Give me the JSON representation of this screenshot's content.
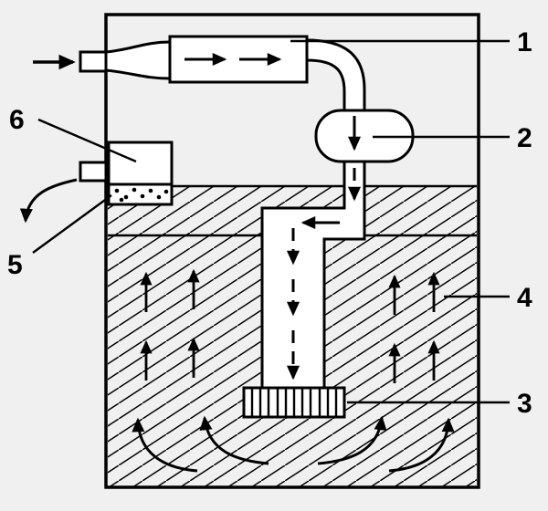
{
  "diagram": {
    "type": "schematic-apparatus",
    "callouts": [
      {
        "id": 1,
        "label": "1"
      },
      {
        "id": 2,
        "label": "2"
      },
      {
        "id": 3,
        "label": "3"
      },
      {
        "id": 4,
        "label": "4"
      },
      {
        "id": 5,
        "label": "5"
      },
      {
        "id": 6,
        "label": "6"
      }
    ],
    "colors": {
      "background": "#f0f0f0",
      "line": "#000000",
      "shape_fill": "#ffffff"
    }
  }
}
